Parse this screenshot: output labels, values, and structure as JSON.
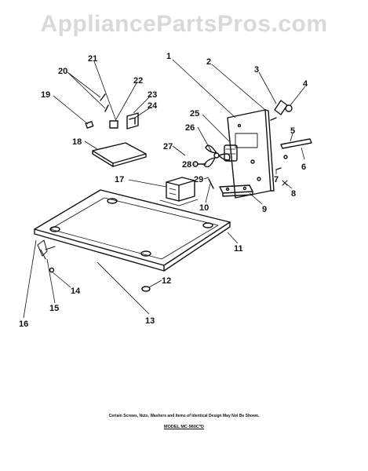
{
  "watermark": "AppliancePartsPros.com",
  "callouts": [
    "1",
    "2",
    "3",
    "4",
    "5",
    "6",
    "7",
    "8",
    "9",
    "10",
    "11",
    "12",
    "13",
    "14",
    "15",
    "16",
    "17",
    "18",
    "19",
    "20",
    "21",
    "22",
    "23",
    "24",
    "25",
    "26",
    "27",
    "28",
    "29"
  ],
  "footer": {
    "note": "Certain Screws, Nuts, Washers and Items of Identical Design May Not Be Shown.",
    "model": "MODEL MC-960C*D"
  }
}
